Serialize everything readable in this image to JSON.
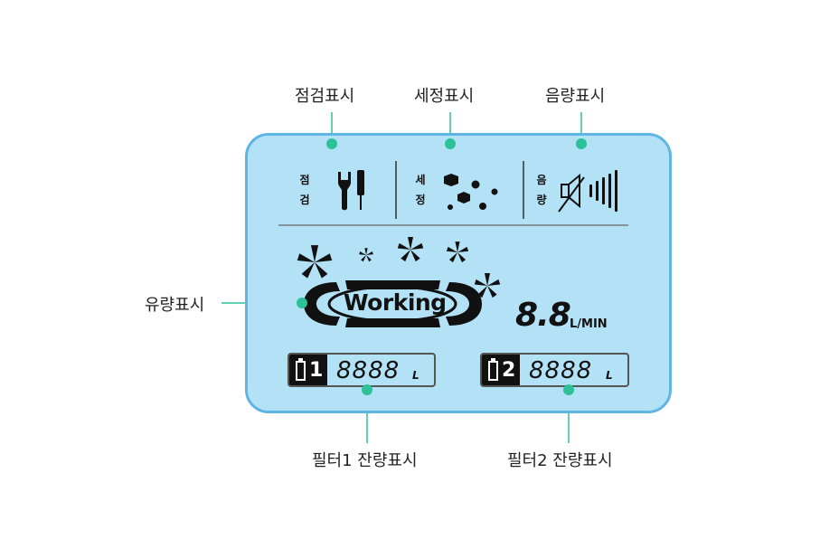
{
  "callouts": {
    "inspection": "점검표시",
    "cleaning": "세정표시",
    "volume": "음량표시",
    "flow": "유량표시",
    "filter1": "필터1 잔량표시",
    "filter2": "필터2 잔량표시"
  },
  "lcd": {
    "inspection_label": [
      "점",
      "검"
    ],
    "cleaning_label": [
      "세",
      "정"
    ],
    "volume_label": [
      "음",
      "량"
    ],
    "status_text": "Working",
    "flow_value": "8.8",
    "flow_unit": "L/MIN",
    "filter1": {
      "number": "1",
      "digits": "8888",
      "unit": "L"
    },
    "filter2": {
      "number": "2",
      "digits": "8888",
      "unit": "L"
    }
  },
  "colors": {
    "lcd_background": "#b3e1f6",
    "lcd_border": "#5fb5e3",
    "callout_dot": "#2dc19a"
  },
  "icons": [
    "wrench-icon",
    "screwdriver-icon",
    "bubbles-icon",
    "speaker-mute-icon",
    "fan-blade-icon",
    "filter-cartridge-icon"
  ]
}
